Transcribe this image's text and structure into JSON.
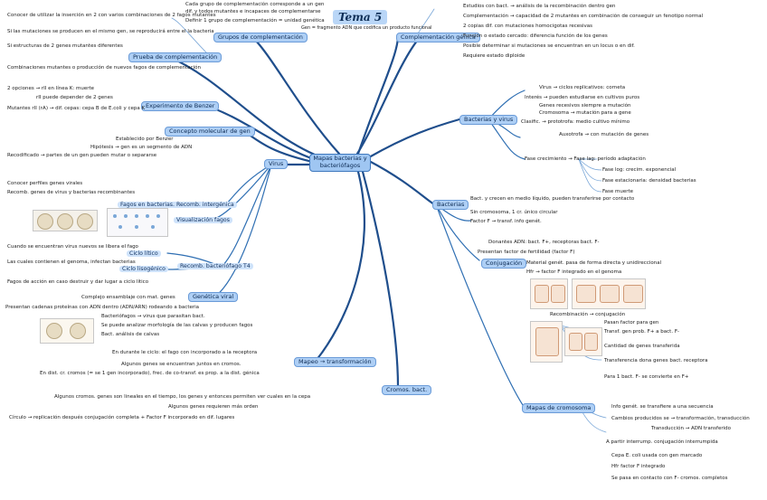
{
  "title": "Tema 5",
  "center": "Mapas bacterias y bacteriófagos",
  "top": {
    "complementacion": {
      "label": "Grupos de complementación",
      "notes": [
        "Cada grupo de complementación corresponde a un gen",
        "dif. y todos mutantes e incapaces de complementarse",
        "Definir 1 grupo de complementación = unidad genética"
      ]
    },
    "gen": "Gen = fragmento ADN que codifica un producto funcional",
    "complementacion_genica": {
      "label": "Complementación génica",
      "notes": [
        "Estudios con bact. → análisis de la recombinación dentro gen",
        "Complementación → capacidad de 2 mutantes en combinación de conseguir un fenotipo normal",
        "2 copias dif. con mutaciones homocigotas recesivas",
        "Función o estado cercado: diferencia función de los genes",
        "Posible determinar si mutaciones se encuentran en un locus o en dif.",
        "Requiere estado diploide"
      ]
    }
  },
  "left": {
    "prueba": {
      "label": "Prueba de complementación",
      "notes": [
        "Conocer de utilizar la inserción en 2 con varios combinaciones de 2 fagos mutantes",
        "Si las mutaciones se producen en el mismo gen, se reproducirá entre el la bacteria",
        "Si estructuras de 2 genes mutantes diferentes",
        "Combinaciones mutantes o producción de nuevos fagos de complementación"
      ]
    },
    "benzer": {
      "label": "Experimento de Benzer",
      "notes": [
        "2 opciones → rII en línea K: muerte",
        "rII puede depender de 2 genes",
        "Mutantes rII (rA) → dif. cepas: cepa B de E.coli y cepa K"
      ]
    },
    "molecular": {
      "label": "Concepto molecular de gen",
      "notes": [
        "Establecido por Benzer",
        "Hipótesis → gen es un segmento de ADN",
        "Recodificado → partes de un gen pueden mutar o separarse"
      ]
    },
    "virus": {
      "label": "Virus",
      "fagos": "Fagos en bacterias. Recomb. intergénica",
      "fagos_notes": [
        "Conocer perfiles genes virales",
        "Recomb. genes de virus y bacterias recombinantes"
      ],
      "visualizacion": "Visualización fagos",
      "ciclo_litico": "Ciclo lítico",
      "ciclo_lisogenico": "Ciclo lisogénico",
      "recomb": "Recomb. bacteriófago T4",
      "ciclo_notes": [
        "Cuando se encuentran virus nuevos se libera el fago",
        "Las cuales contienen el genoma, infectan bacterias",
        "Fagos de acción en caso destruir y dar lugar a ciclo lítico"
      ],
      "genetica": "Genética viral",
      "genetica_notes": [
        "Complejo ensamblaje con mat. genes",
        "Presentan cadenas proteínas con ADN dentro (ADN/ARN) rodeando a bacteria",
        "Bacteriófagos → virus que parasitan bact.",
        "Se puede analizar morfología de las calvas y producen fagos",
        "Bact. análisis de calvas"
      ]
    }
  },
  "bottom_left": {
    "transformacion": "Mapeo → transformación",
    "trans_notes": [
      "En durante le ciclo: el fago con incorporado a la receptora",
      "Algunos genes se encuentran juntos en cromos.",
      "En dist. cr. cromos (= se 1 gen incorporado), frec. de co-transf. es prop. a la dist. génica"
    ],
    "cromos": "Cromos. bact.",
    "cromos_notes": [
      "Algunos cromos. genes son lineales en el tiempo, los genes y entonces permiten ver cuales en la cepa",
      "Algunos genes requieren más orden",
      "Círculo → replicación después conjugación completa + Factor F incorporado en dif. lugares"
    ]
  },
  "right": {
    "bacterias_virus": {
      "label": "Bacterias y virus",
      "notes": [
        "Virus → ciclos replicativos: corneta",
        "Interés → pueden estudiarse en cultivos puros",
        "Genes recesivos siempre a mutación",
        "Cromosoma → mutación para a gene",
        "Clasific. → prototrofa: medio cultivo mínimo",
        "Auxotrofa → con mutación de genes",
        "Fase crecimiento → Fase lag: período adaptación",
        "Fase log: crecim. exponencial",
        "Fase estacionaria: densidad bacterias",
        "Fase muerte"
      ]
    },
    "bacterias": {
      "label": "Bacterias",
      "notes": [
        "Bact. y crecen en medio líquido, pueden transferirse por contacto",
        "Sin cromosoma, 1 cr. único circular",
        "Factor F → transf. info genét.",
        "Donantes ADN: bact. F+, receptoras bact. F-",
        "Presentan factor de fertilidad (factor F)"
      ]
    },
    "conjugacion": {
      "label": "Conjugación",
      "notes": [
        "Material genét. pasa de forma directa y unidireccional",
        "Hfr → factor F integrado en el genoma",
        "Recombinación → conjugación",
        "Pasan factor para gen",
        "Transf. gen prob. F+ a bact. F-",
        "Cantidad de genes transferida",
        "Transferencia dona genes bact. receptora",
        "Para 1 bact. F- se convierte en F+"
      ]
    },
    "mapas": {
      "label": "Mapas de cromosoma",
      "notes": [
        "Info genét. se transfiere a una secuencia",
        "Cambios producidos se → transformación, transducción",
        "Transducción → ADN transferido",
        "A partir interrump. conjugación interrumpida",
        "Cepa E. coli usada con gen marcado",
        "Hfr factor F integrado",
        "Se pasa en contacto con F- cromos. completos"
      ]
    }
  }
}
